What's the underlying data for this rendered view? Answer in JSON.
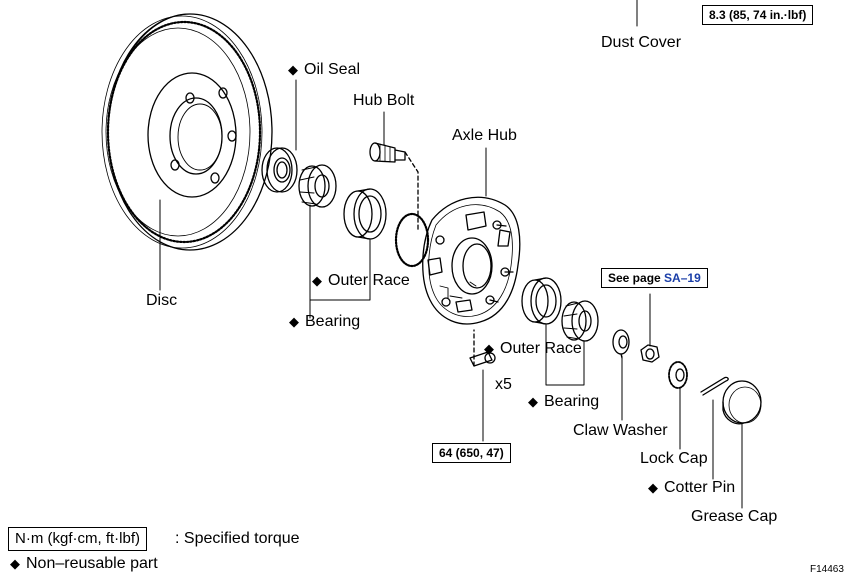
{
  "labels": {
    "oil_seal": "Oil Seal",
    "hub_bolt": "Hub Bolt",
    "axle_hub": "Axle Hub",
    "dust_cover": "Dust Cover",
    "disc": "Disc",
    "outer_race_1": "Outer Race",
    "bearing_1": "Bearing",
    "outer_race_2": "Outer Race",
    "bearing_2": "Bearing",
    "claw_washer": "Claw Washer",
    "lock_cap": "Lock Cap",
    "cotter_pin": "Cotter Pin",
    "grease_cap": "Grease Cap",
    "x5": "x5"
  },
  "torque": {
    "dust_cover": "8.3 (85, 74 in.·lbf)",
    "hub_bolts": "64 (650, 47)",
    "see_page_prefix": "See page",
    "see_page_ref": "SA–19"
  },
  "legend": {
    "unit": "N·m (kgf·cm, ft·lbf)",
    "specified": ": Specified torque",
    "non_reusable": "Non–reusable part"
  },
  "symbols": {
    "non_reusable_mark": "◆"
  },
  "figure_id": "F14463"
}
